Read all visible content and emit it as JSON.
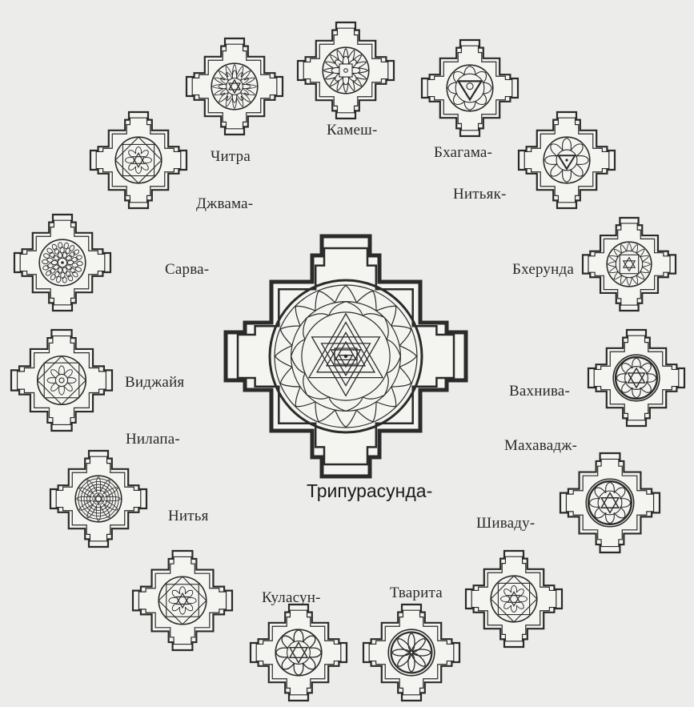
{
  "diagram": {
    "central": {
      "label": "Трипурасунда-"
    },
    "yantras": [
      {
        "id": "kamesh",
        "label": "Камеш-",
        "motif": "petals-square"
      },
      {
        "id": "bhagama",
        "label": "Бхагама-",
        "motif": "triangle-hexagon"
      },
      {
        "id": "nityak",
        "label": "Нитьяк-",
        "motif": "lotus-triangle"
      },
      {
        "id": "bherunda",
        "label": "Бхерунда",
        "motif": "square-star"
      },
      {
        "id": "vahniva",
        "label": "Вахнива-",
        "motif": "star-petals"
      },
      {
        "id": "mahavaj",
        "label": "Махавадж-",
        "motif": "star-petals"
      },
      {
        "id": "shivadu",
        "label": "Шиваду-",
        "motif": "diamond-square-star"
      },
      {
        "id": "tvarita",
        "label": "Тварита",
        "motif": "flower"
      },
      {
        "id": "kulasun",
        "label": "Куласун-",
        "motif": "lotus-star"
      },
      {
        "id": "nitya",
        "label": "Нитья",
        "motif": "diamond-square-star"
      },
      {
        "id": "nilapa",
        "label": "Нилапа-",
        "motif": "rings"
      },
      {
        "id": "vijaya",
        "label": "Виджайя",
        "motif": "square-diamond-petals"
      },
      {
        "id": "sarva",
        "label": "Сарва-",
        "motif": "petals-dense"
      },
      {
        "id": "jvama",
        "label": "Джвама-",
        "motif": "diamond-square-star"
      },
      {
        "id": "chitra",
        "label": "Читра",
        "motif": "petals-star"
      }
    ]
  }
}
